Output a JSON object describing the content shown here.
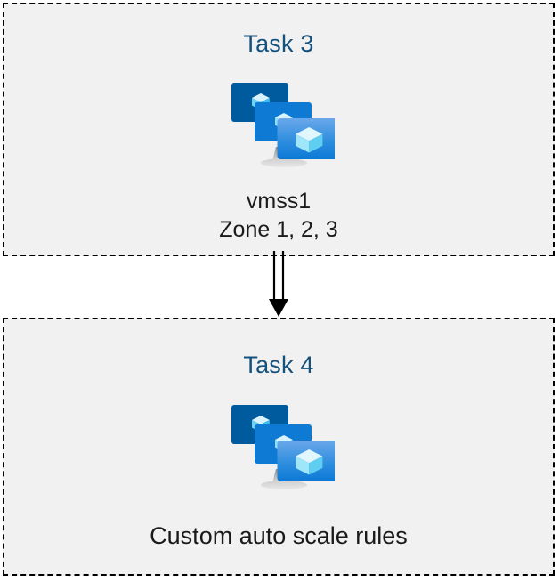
{
  "diagram": {
    "type": "flow",
    "background_color": "#ffffff",
    "box_fill_color": "#f1f1f1",
    "box_border_color": "#000000",
    "box_border_style": "dashed",
    "title_color": "#15517d",
    "caption_color": "#1a1a1a",
    "connector_color": "#000000",
    "nodes": [
      {
        "id": "task3",
        "title": "Task 3",
        "icon": "virtual-machine-scale-set-icon",
        "caption": "vmss1\nZone 1, 2, 3"
      },
      {
        "id": "task4",
        "title": "Task 4",
        "icon": "virtual-machine-scale-set-icon",
        "caption": "Custom auto scale rules"
      }
    ],
    "edges": [
      {
        "id": "task3-to-task4",
        "from": "task3",
        "to": "task4",
        "style": "double-line",
        "arrowhead": "solid-triangle",
        "direction": "down"
      }
    ]
  },
  "icon_colors": {
    "monitor_back": "#005a9e",
    "monitor_middle": "#0f7ad4",
    "monitor_front_top": "#61a3e8",
    "monitor_front_bottom": "#0b7ad6",
    "cube_light": "#d6f2fc",
    "cube_mid": "#8fe0f7",
    "cube_dark": "#42c3ef",
    "stand_top": "#8f8f8f",
    "stand_base": "#d9d9d9"
  }
}
